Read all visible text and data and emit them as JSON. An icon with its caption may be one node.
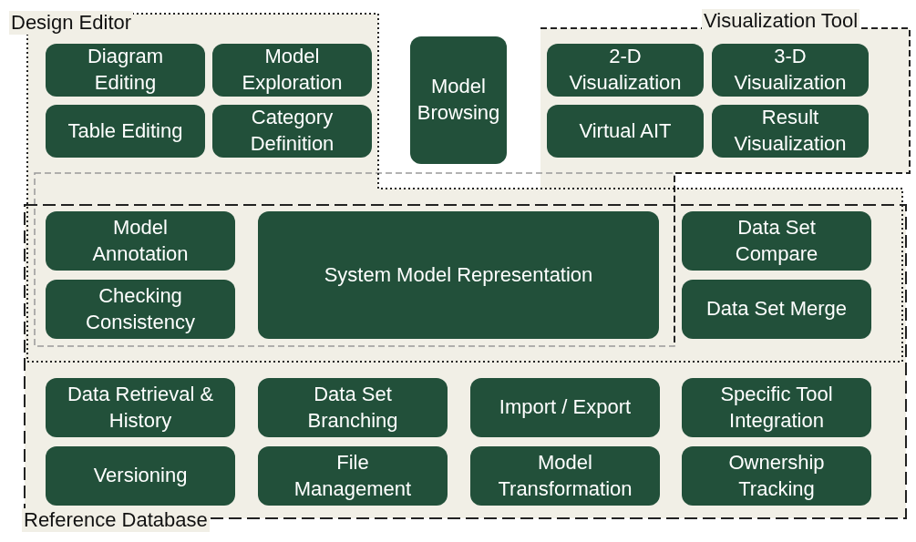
{
  "diagram": {
    "nodes": [
      {
        "text": [
          "Design Editor"
        ]
      },
      {
        "text": [
          "Visualization Tool"
        ]
      },
      {
        "text": [
          "Reference Database"
        ]
      },
      {
        "text": [
          "Diagram Editing"
        ],
        "in": 0
      },
      {
        "text": [
          "Model Exploration"
        ],
        "in": 0
      },
      {
        "text": [
          "Table Editing"
        ],
        "in": 0
      },
      {
        "text": [
          "Category Definition"
        ],
        "in": 0
      },
      {
        "text": [
          "Model Browsing"
        ]
      },
      {
        "text": [
          "2-D Visualization"
        ],
        "in": 1
      },
      {
        "text": [
          "3-D Visualization"
        ],
        "in": 1
      },
      {
        "text": [
          "Virtual AIT"
        ],
        "in": 1
      },
      {
        "text": [
          "Result Visualization"
        ],
        "in": 1
      },
      {
        "text": [
          "Model Annotation"
        ]
      },
      {
        "text": [
          "Checking Consistency"
        ]
      },
      {
        "text": [
          "System Model Representation"
        ]
      },
      {
        "text": [
          "Data Set Compare"
        ]
      },
      {
        "text": [
          "Data Set Merge"
        ]
      },
      {
        "text": [
          "Data Retrieval & History"
        ],
        "in": 2
      },
      {
        "text": [
          "Data Set Branching"
        ],
        "in": 2
      },
      {
        "text": [
          "Import / Export"
        ],
        "in": 2
      },
      {
        "text": [
          "Specific Tool Integration"
        ],
        "in": 2
      },
      {
        "text": [
          "Versioning"
        ],
        "in": 2
      },
      {
        "text": [
          "File Management"
        ],
        "in": 2
      },
      {
        "text": [
          "Model Transformation"
        ],
        "in": 2
      },
      {
        "text": [
          "Ownership Tracking"
        ],
        "in": 2
      }
    ]
  }
}
